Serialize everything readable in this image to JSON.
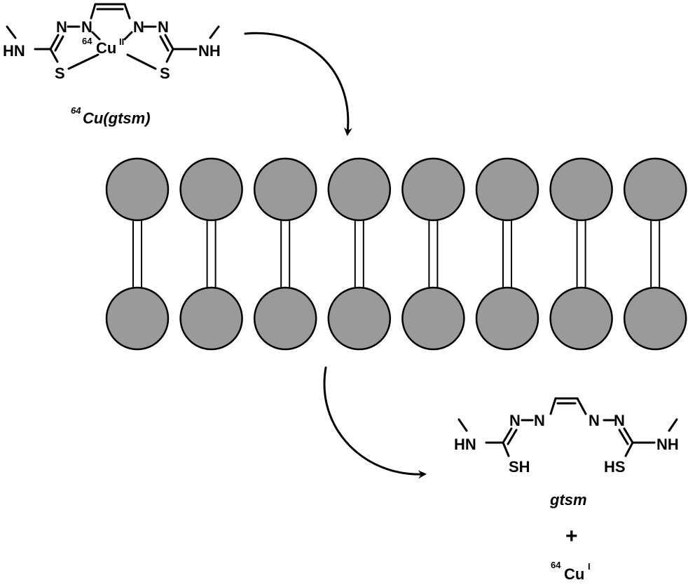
{
  "reactant": {
    "atoms": {
      "n": "N",
      "hn": "HN",
      "nh": "NH",
      "s": "S",
      "cu": "Cu",
      "cu_isotope": "64",
      "cu_oxidation": "II"
    },
    "name_isotope": "64",
    "name": "Cu(gtsm)"
  },
  "membrane": {
    "head_count": 8,
    "head_color": "#9a9a9a"
  },
  "product": {
    "atoms": {
      "n": "N",
      "hn": "HN",
      "nh": "NH",
      "sh": "SH",
      "hs": "HS"
    },
    "name": "gtsm",
    "plus": "+",
    "cu_isotope": "64",
    "cu": "Cu",
    "cu_oxidation": "I"
  }
}
